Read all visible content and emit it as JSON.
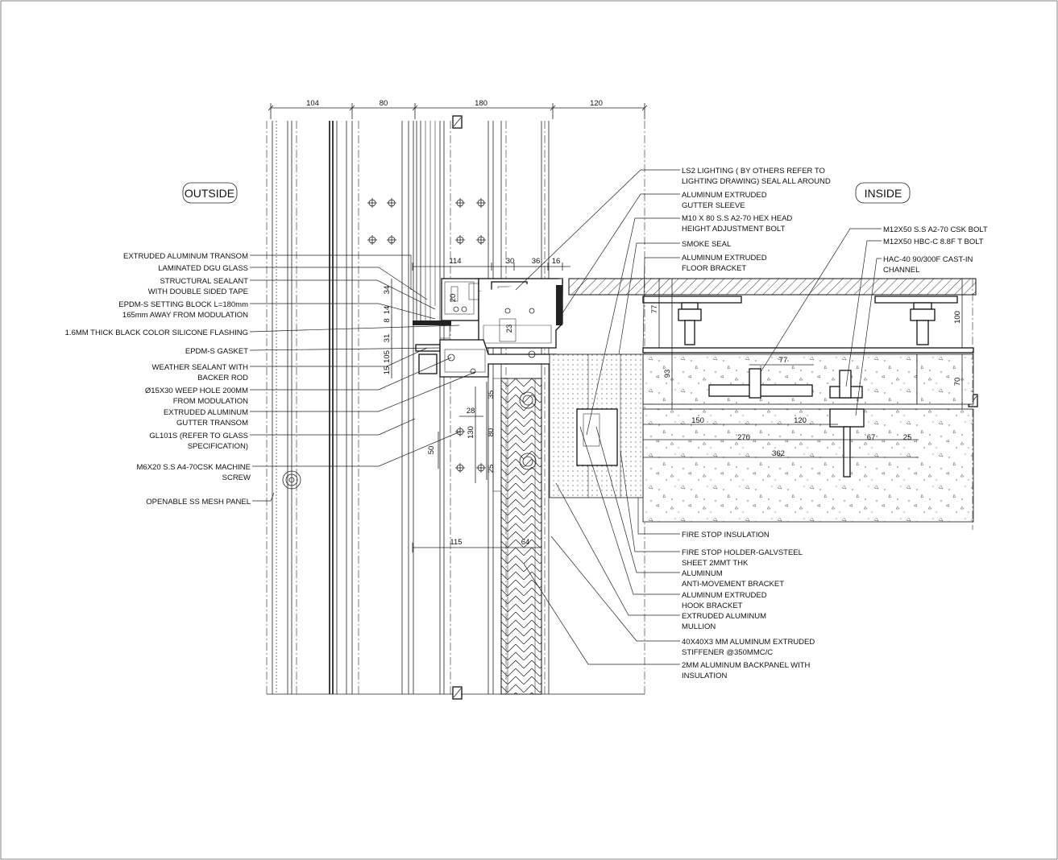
{
  "tags": {
    "outside": "OUTSIDE",
    "inside": "INSIDE"
  },
  "top_dimensions": [
    "104",
    "80",
    "180",
    "120"
  ],
  "left_labels": [
    "EXTRUDED ALUMINUM  TRANSOM",
    "LAMINATED DGU GLASS",
    [
      "STRUCTURAL SEALANT",
      "WITH DOUBLE SIDED TAPE"
    ],
    [
      "EPDM-S SETTING BLOCK L=180mm",
      "165mm AWAY  FROM MODULATION"
    ],
    "1.6MM THICK BLACK COLOR SILICONE FLASHING",
    "EPDM-S GASKET",
    [
      "WEATHER SEALANT WITH",
      "BACKER ROD"
    ],
    [
      "Ø15X30 WEEP HOLE 200MM",
      "FROM MODULATION"
    ],
    [
      "EXTRUDED ALUMINUM",
      "GUTTER TRANSOM"
    ],
    [
      "GL101S (REFER TO GLASS",
      "SPECIFICATION)"
    ],
    [
      "M6X20 S.S  A4-70CSK MACHINE",
      "SCREW"
    ],
    "OPENABLE SS MESH PANEL"
  ],
  "right_top_labels": [
    [
      "LS2 LIGHTING ( BY OTHERS REFER TO",
      "LIGHTING DRAWING) SEAL ALL AROUND"
    ],
    [
      "ALUMINUM EXTRUDED",
      "GUTTER SLEEVE"
    ],
    [
      "M10 X 80 S.S A2-70 HEX HEAD",
      "HEIGHT ADJUSTMENT BOLT"
    ],
    "SMOKE SEAL",
    [
      "ALUMINUM EXTRUDED",
      "FLOOR BRACKET"
    ]
  ],
  "right_far_labels": [
    "M12X50 S.S A2-70 CSK BOLT",
    "M12X50 HBC-C 8.8F T BOLT",
    [
      "HAC-40 90/300F CAST-IN",
      "CHANNEL"
    ]
  ],
  "bottom_labels": [
    "FIRE STOP INSULATION",
    [
      "FIRE STOP HOLDER-GALVSTEEL",
      "SHEET 2MMT THK"
    ],
    [
      "ALUMINUM",
      "ANTI-MOVEMENT BRACKET"
    ],
    [
      "ALUMINUM EXTRUDED",
      "HOOK BRACKET"
    ],
    [
      "EXTRUDED ALUMINUM",
      "MULLION"
    ],
    [
      "40X40X3 MM ALUMINUM EXTRUDED",
      "STIFFENER @350MMC/C"
    ],
    [
      "2MM ALUMINUM BACKPANEL WITH",
      "INSULATION"
    ]
  ],
  "section_dimensions": {
    "d114": "114",
    "d30": "30",
    "d36": "36",
    "d16": "16",
    "d34": "34",
    "d14": "14",
    "d8": "8",
    "d31": "31",
    "d15": "15",
    "d105": "105",
    "d23": "23",
    "d20": "20",
    "d77v": "77",
    "d93": "93",
    "d100": "100",
    "d70": "70",
    "d77h": "77",
    "d150": "150",
    "d120": "120",
    "d270": "270",
    "d67": "67",
    "d25": "25",
    "d362": "362",
    "d28": "28",
    "d130": "130",
    "d80": "80",
    "d50": "50",
    "d25b": "25",
    "d35": "35",
    "d115": "115",
    "d64": "64"
  }
}
